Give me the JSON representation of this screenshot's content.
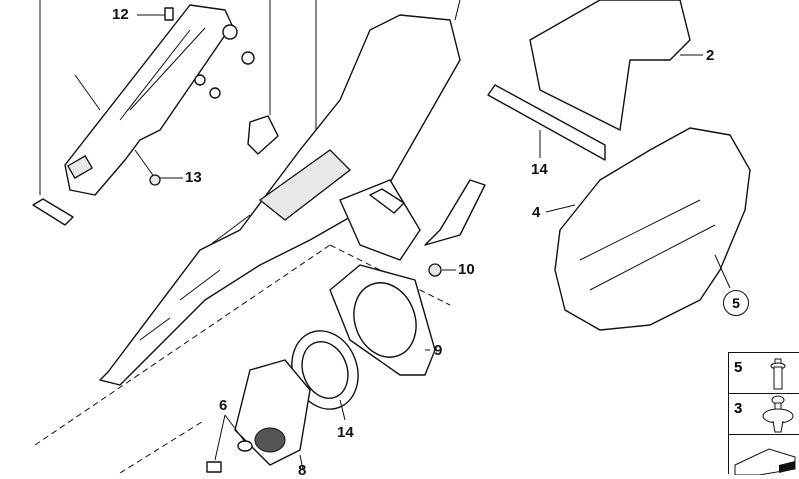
{
  "diagram": {
    "callouts": {
      "c12": "12",
      "c13": "13",
      "c2": "2",
      "c14a": "14",
      "c4": "4",
      "c5": "5",
      "c10": "10",
      "c9": "9",
      "c14b": "14",
      "c6": "6",
      "c8": "8"
    },
    "legend": [
      {
        "number": "5",
        "part": "screw-icon"
      },
      {
        "number": "3",
        "part": "expanding-rivet-icon"
      },
      {
        "number": "",
        "part": "shim-icon"
      }
    ]
  }
}
